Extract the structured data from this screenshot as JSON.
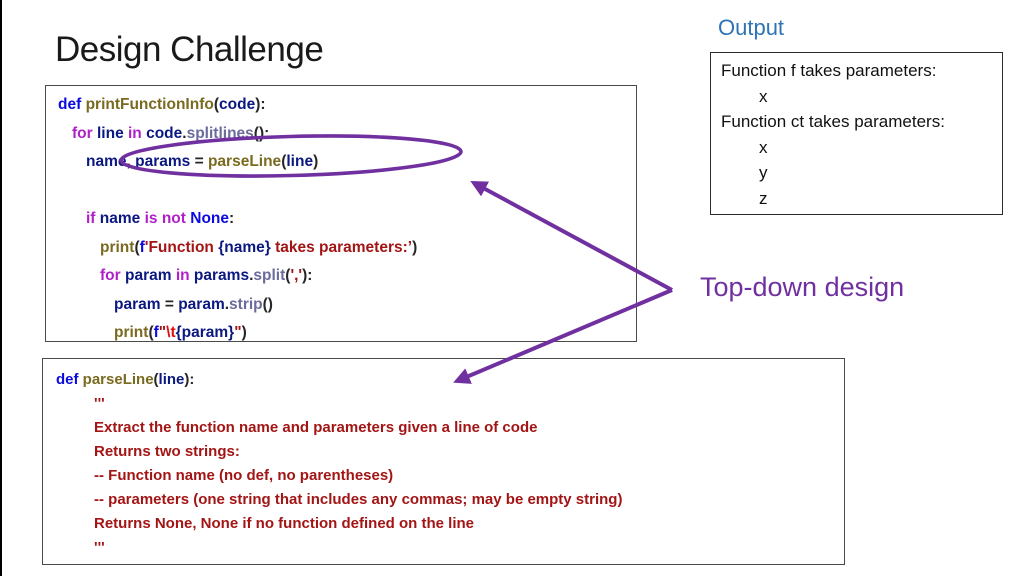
{
  "title": "Design Challenge",
  "colors": {
    "accent_purple": "#7030A0",
    "heading_blue": "#2E74B5",
    "keyword": "#0B0BE0",
    "control": "#AF20C8",
    "variable": "#0A1880",
    "function": "#7A6A20",
    "method": "#6B6B9C",
    "string": "#A31515",
    "escape": "#E01010",
    "punct": "#262626"
  },
  "output_panel": {
    "label": "Output",
    "lines": [
      {
        "indent": 0,
        "text": "Function f takes parameters:"
      },
      {
        "indent": 1,
        "text": "x"
      },
      {
        "indent": 0,
        "text": "Function ct takes parameters:"
      },
      {
        "indent": 1,
        "text": "x"
      },
      {
        "indent": 1,
        "text": "y"
      },
      {
        "indent": 1,
        "text": "z"
      }
    ]
  },
  "annotation": {
    "label": "Top-down design"
  },
  "code_blocks": [
    {
      "name": "printFunctionInfo",
      "lines": [
        {
          "indent": 0,
          "tokens": [
            [
              "def ",
              "kw"
            ],
            [
              "printFunctionInfo",
              "fn"
            ],
            [
              "(",
              "pl"
            ],
            [
              "code",
              "var"
            ],
            [
              "):",
              "pl"
            ]
          ]
        },
        {
          "indent": 1,
          "tokens": [
            [
              "for",
              "ctl"
            ],
            [
              " ",
              "pl"
            ],
            [
              "line",
              "var"
            ],
            [
              " ",
              "pl"
            ],
            [
              "in",
              "ctl"
            ],
            [
              " ",
              "pl"
            ],
            [
              "code",
              "var"
            ],
            [
              ".",
              "pl"
            ],
            [
              "splitlines",
              "meth"
            ],
            [
              "():",
              "pl"
            ]
          ]
        },
        {
          "indent": 2,
          "tokens": [
            [
              "name",
              "var"
            ],
            [
              ", ",
              "pl"
            ],
            [
              "params",
              "var"
            ],
            [
              " = ",
              "pl"
            ],
            [
              "parseLine",
              "fn"
            ],
            [
              "(",
              "pl"
            ],
            [
              "line",
              "var"
            ],
            [
              ")",
              "pl"
            ]
          ]
        },
        {
          "indent": 0,
          "tokens": []
        },
        {
          "indent": 2,
          "tokens": [
            [
              "if",
              "ctl"
            ],
            [
              " ",
              "pl"
            ],
            [
              "name",
              "var"
            ],
            [
              " ",
              "pl"
            ],
            [
              "is",
              "ctl"
            ],
            [
              " ",
              "pl"
            ],
            [
              "not",
              "ctl"
            ],
            [
              " ",
              "pl"
            ],
            [
              "None",
              "kw"
            ],
            [
              ":",
              "pl"
            ]
          ]
        },
        {
          "indent": 3,
          "tokens": [
            [
              "print",
              "fn"
            ],
            [
              "(",
              "pl"
            ],
            [
              "f",
              "kw"
            ],
            [
              "'Function ",
              "str"
            ],
            [
              "{name}",
              "var"
            ],
            [
              " takes parameters:’",
              "str"
            ],
            [
              ")",
              "pl"
            ]
          ]
        },
        {
          "indent": 3,
          "tokens": [
            [
              "for",
              "ctl"
            ],
            [
              " ",
              "pl"
            ],
            [
              "param",
              "var"
            ],
            [
              " ",
              "pl"
            ],
            [
              "in",
              "ctl"
            ],
            [
              " ",
              "pl"
            ],
            [
              "params",
              "var"
            ],
            [
              ".",
              "pl"
            ],
            [
              "split",
              "meth"
            ],
            [
              "(",
              "pl"
            ],
            [
              "','",
              "str"
            ],
            [
              "):",
              "pl"
            ]
          ]
        },
        {
          "indent": 4,
          "tokens": [
            [
              "param",
              "var"
            ],
            [
              " = ",
              "pl"
            ],
            [
              "param",
              "var"
            ],
            [
              ".",
              "pl"
            ],
            [
              "strip",
              "meth"
            ],
            [
              "()",
              "pl"
            ]
          ]
        },
        {
          "indent": 4,
          "tokens": [
            [
              "print",
              "fn"
            ],
            [
              "(",
              "pl"
            ],
            [
              "f",
              "kw"
            ],
            [
              "\"",
              "str"
            ],
            [
              "\\t",
              "esc"
            ],
            [
              "{param}",
              "var"
            ],
            [
              "\"",
              "str"
            ],
            [
              ")",
              "pl"
            ]
          ]
        }
      ]
    },
    {
      "name": "parseLine",
      "lines": [
        {
          "indent": 0,
          "tokens": [
            [
              "def ",
              "kw"
            ],
            [
              "parseLine",
              "fn"
            ],
            [
              "(",
              "pl"
            ],
            [
              "line",
              "var"
            ],
            [
              "):",
              "pl"
            ]
          ]
        },
        {
          "indent": 1,
          "tokens": [
            [
              "'''",
              "str"
            ]
          ]
        },
        {
          "indent": 1,
          "tokens": [
            [
              "Extract the function name and parameters given a line of code",
              "str"
            ]
          ]
        },
        {
          "indent": 1,
          "tokens": [
            [
              "Returns two strings:",
              "str"
            ]
          ]
        },
        {
          "indent": 1,
          "tokens": [
            [
              "-- Function name (no def, no parentheses)",
              "str"
            ]
          ]
        },
        {
          "indent": 1,
          "tokens": [
            [
              "-- parameters (one string that includes any commas; may be empty string)",
              "str"
            ]
          ]
        },
        {
          "indent": 1,
          "tokens": [
            [
              "Returns None, None if no function defined on the line",
              "str"
            ]
          ]
        },
        {
          "indent": 1,
          "tokens": [
            [
              "'''",
              "str"
            ]
          ]
        }
      ]
    }
  ]
}
